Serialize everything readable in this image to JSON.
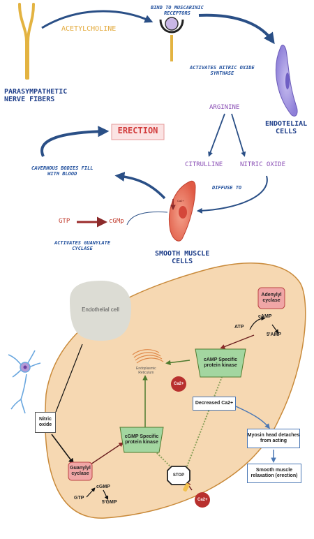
{
  "top": {
    "acetylcholine": "ACETYLCHOLINE",
    "bind_receptors": "BIND TO MUSCARINIC\nRECEPTORS",
    "parasympathetic": "PARASYMPATHETIC\nNERVE FIBERS",
    "activates_nos": "ACTIVATES NITRIC OXIDE\nSYNTHASE",
    "arginine": "ARGININE",
    "endotelial": "ENDOTELIAL\nCELLS",
    "erection": "ERECTION",
    "cavernous": "CAVERNOUS BODIES FILL\nWITH BLOOD",
    "citrulline": "CITRULLINE",
    "nitric_oxide": "NITRIC OXIDE",
    "diffuse_to": "DIFFUSE TO",
    "gtp": "GTP",
    "cgmp": "cGMp",
    "activates_gc": "ACTIVATES GUANYLATE\nCYCLASE",
    "smooth_muscle": "SMOOTH MUSCLE\nCELLS",
    "ca_label": "Ca2+"
  },
  "bottom": {
    "endothelial_cell": "Endothelial cell",
    "adenylyl": "Adenylyl\ncyclase",
    "atp": "ATP",
    "camp": "cAMP",
    "five_amp": "5'AMP",
    "camp_kinase": "cAMP Specific\nprotein kinase",
    "er": "Endoplasmic\nReticulum",
    "ca1": "Ca2+",
    "decreased_ca": "Decreased Ca2+",
    "nitric_oxide": "Nitric\noxide",
    "cgmp_kinase": "cGMP Specific\nprotein kinase",
    "myosin": "Myosin head detaches\nfrom acting",
    "guanylyl": "Guanylyl\ncyclase",
    "stop": "STOP",
    "gtp": "GTP",
    "cgmp": "cGMP",
    "five_gmp": "5'GMP",
    "relaxation": "Smooth muscle\nrelaxation (erection)",
    "ca2": "Ca2+"
  }
}
